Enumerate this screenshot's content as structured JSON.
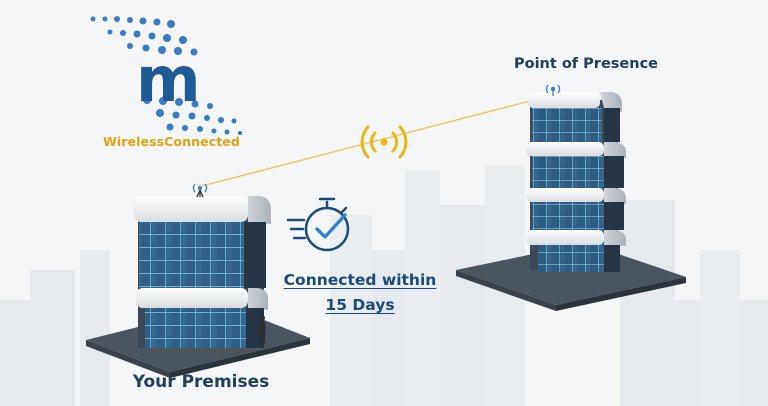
{
  "logo": {
    "letter": "m",
    "brand_text": "WirelessConnected",
    "icon": "wireless-connected-logo",
    "letter_color": "#1f5a94",
    "brand_color": "#e8a10d",
    "dot_color": "#3a7bc8"
  },
  "labels": {
    "point_of_presence": "Point of Presence",
    "your_premises": "Your Premises",
    "connected_line1": "Connected within",
    "connected_line2": "15 Days"
  },
  "icons": {
    "signal": "wireless-signal-icon",
    "stopwatch": "stopwatch-check-icon",
    "antenna": "antenna-icon",
    "person": "person-icon"
  },
  "colors": {
    "background": "#f4f6f8",
    "navy": "#1f3d5c",
    "accent_yellow": "#f0b318",
    "link_blue": "#1c4a7a",
    "glass": "#2f5f86"
  }
}
